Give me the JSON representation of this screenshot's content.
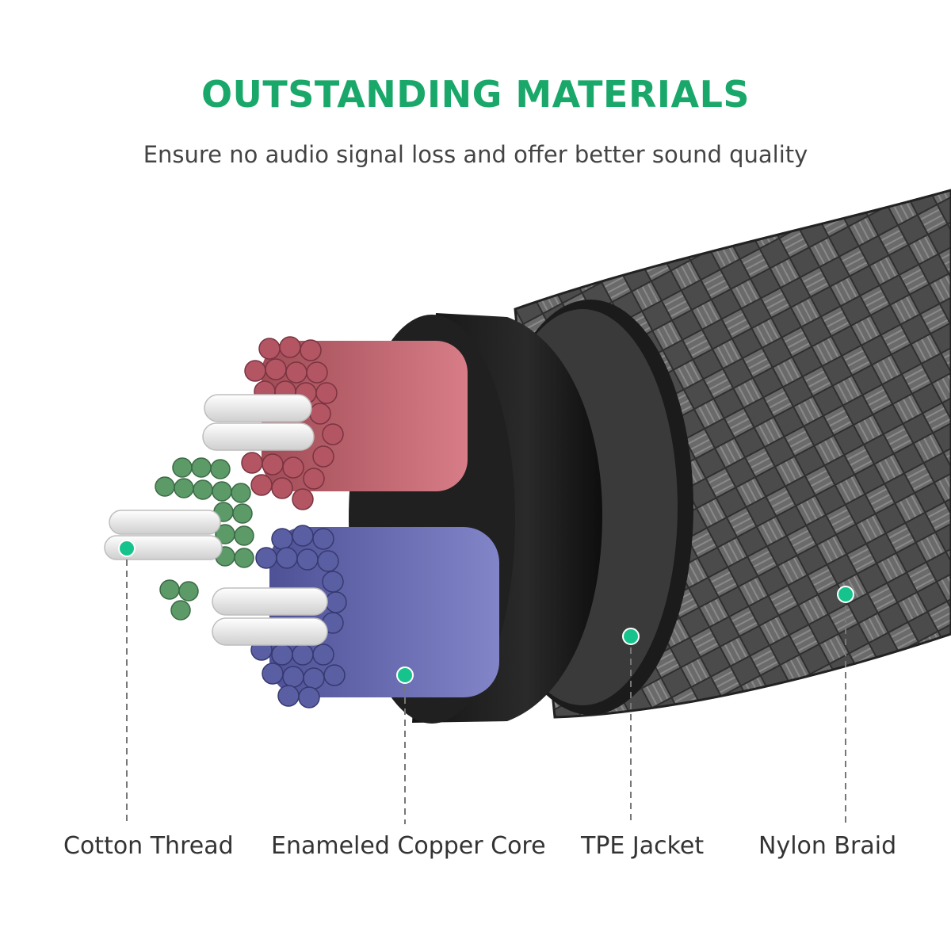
{
  "header": {
    "title": "OUTSTANDING MATERIALS",
    "subtitle": "Ensure no audio signal loss and offer better sound quality"
  },
  "callouts": [
    {
      "label": "Cotton Thread"
    },
    {
      "label": "Enameled Copper Core"
    },
    {
      "label": "TPE Jacket"
    },
    {
      "label": "Nylon Braid"
    }
  ],
  "colors": {
    "accent": "#1aa86a",
    "marker": "#17c38c",
    "braid": "#3a3a3a",
    "jacket": "#1e1e1e",
    "copper_red": "#b85a66",
    "copper_blue": "#5f63a8",
    "copper_green": "#5f9a6a",
    "cotton": "#f2f2f2"
  }
}
